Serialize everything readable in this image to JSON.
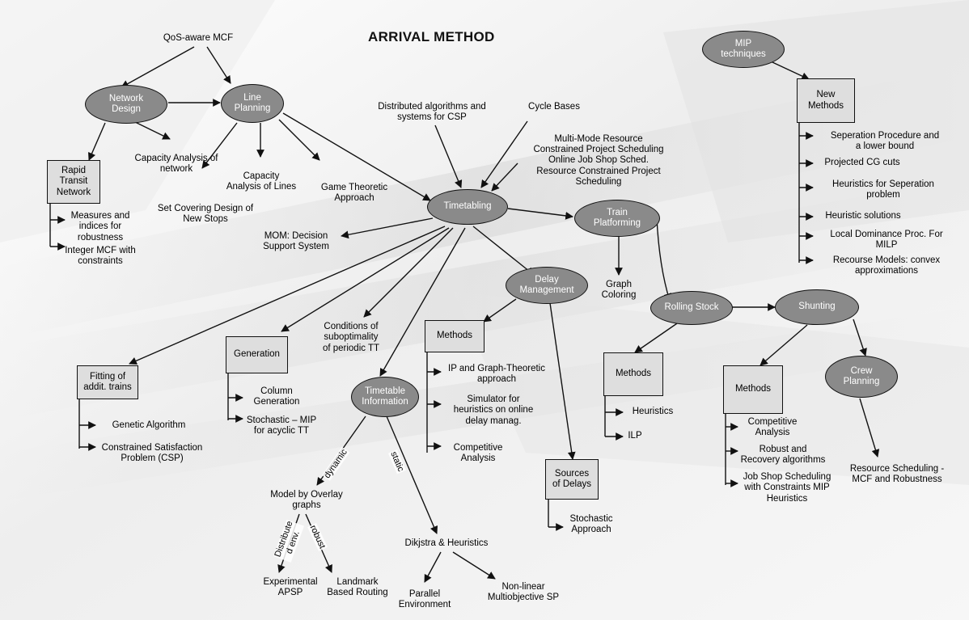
{
  "title": "ARRIVAL METHOD",
  "nodes": {
    "qos": "QoS-aware MCF",
    "network_design": "Network\nDesign",
    "line_planning": "Line\nPlanning",
    "rapid_transit": "Rapid\nTransit\nNetwork",
    "capacity_network": "Capacity Analysis of\nnetwork",
    "capacity_lines": "Capacity\nAnalysis of Lines",
    "game_theoretic": "Game Theoretic\nApproach",
    "set_covering": "Set Covering Design of\nNew Stops",
    "measures_robustness": "Measures and\nindices for\nrobustness",
    "integer_mcf": "Integer MCF with\nconstraints",
    "distributed_csp": "Distributed algorithms and\nsystems for CSP",
    "cycle_bases": "Cycle Bases",
    "multimode": "Multi-Mode Resource\nConstrained Project Scheduling\nOnline Job Shop Sched.\nResource Constrained Project\nScheduling",
    "timetabling": "Timetabling",
    "mom": "MOM: Decision\nSupport System",
    "train_platforming": "Train\nPlatforming",
    "graph_coloring": "Graph\nColoring",
    "delay_management": "Delay\nManagement",
    "conditions": "Conditions of\nsuboptimality\nof periodic TT",
    "generation": "Generation",
    "column_generation": "Column\nGeneration",
    "stochastic_mip": "Stochastic – MIP\nfor acyclic TT",
    "fitting": "Fitting of\naddit. trains",
    "genetic": "Genetic Algorithm",
    "csp": "Constrained Satisfaction\nProblem (CSP)",
    "timetable_info": "Timetable\nInformation",
    "methods_delay": "Methods",
    "ip_graph": "IP and Graph-Theoretic\napproach",
    "simulator": "Simulator for\nheuristics on online\ndelay manag.",
    "competitive_delay": "Competitive\nAnalysis",
    "sources_delays": "Sources\nof Delays",
    "stochastic_approach": "Stochastic\nApproach",
    "model_overlay": "Model by Overlay\ngraphs",
    "dijkstra": "Dikjstra & Heuristics",
    "experimental_apsp": "Experimental\nAPSP",
    "landmark": "Landmark\nBased Routing",
    "parallel_env": "Parallel\nEnvironment",
    "nonlinear": "Non-linear\nMultiobjective SP",
    "rolling_stock": "Rolling Stock",
    "methods_rolling": "Methods",
    "heuristics_rs": "Heuristics",
    "ilp": "ILP",
    "shunting": "Shunting",
    "methods_shunting": "Methods",
    "competitive_shunt": "Competitive\nAnalysis",
    "robust_recovery": "Robust and\nRecovery algorithms",
    "job_shop": "Job Shop Scheduling\nwith Constraints MIP\nHeuristics",
    "crew_planning": "Crew\nPlanning",
    "resource_scheduling": "Resource Scheduling -\nMCF and Robustness",
    "mip_techniques": "MIP\ntechniques",
    "new_methods": "New\nMethods",
    "seperation_procedure": "Seperation Procedure and\na lower bound",
    "projected_cg": "Projected CG cuts",
    "heuristics_seperation": "Heuristics for Seperation\nproblem",
    "heuristic_solutions": "Heuristic solutions",
    "local_dominance": "Local Dominance Proc. For\nMILP",
    "recourse_models": "Recourse Models: convex\napproximations"
  },
  "edge_labels": {
    "dynamic": "dynamic",
    "static": "static",
    "distributed_env": "Distribute\nd env.",
    "robust": "robust"
  }
}
